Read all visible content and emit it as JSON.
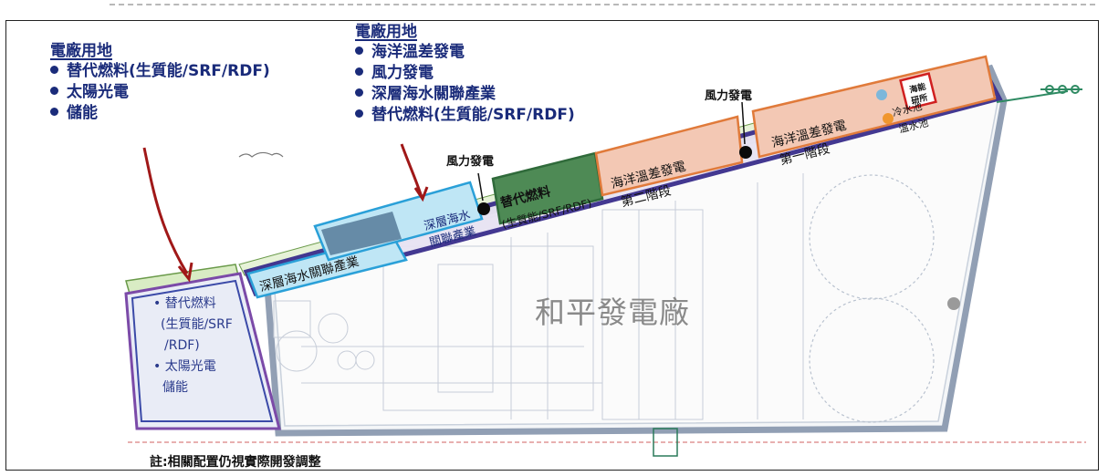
{
  "legend_left": {
    "heading": "電廠用地",
    "items": [
      "替代燃料(生質能/SRF/RDF)",
      "太陽光電",
      "儲能"
    ]
  },
  "legend_center": {
    "heading": "電廠用地",
    "items": [
      "海洋溫差發電",
      "風力發電",
      "深層海水關聯產業",
      "替代燃料(生質能/SRF/RDF)"
    ]
  },
  "wind_labels": [
    "風力發電",
    "風力發電"
  ],
  "zones": {
    "deep_sea_industry_1": "深層海水關聯產業",
    "deep_sea_industry_2_line1": "深層海水",
    "deep_sea_industry_2_line2": "關聯產業",
    "alt_fuel_line1": "替代燃料",
    "alt_fuel_line2": "(生質能/SRF/RDF)",
    "otec2_line1": "海洋溫差發電",
    "otec2_line2": "第二階段",
    "otec1_line1": "海洋溫差發電",
    "otec1_line2": "第一階段",
    "pump_line1": "海能",
    "pump_line2": "研所",
    "cold_pool": "冷水池",
    "warm_pool": "溫水池"
  },
  "left_parcel_list": [
    "• 替代燃料",
    "(生質能/SRF",
    "/RDF)",
    "• 太陽光電",
    "儲能"
  ],
  "plant_name": "和平發電廠",
  "footnote": "註:相關配置仍視實際開發調整",
  "colors": {
    "legend_text": "#1a2b7a",
    "arrow": "#a01818",
    "strip_outline": "#2a2a8a",
    "deep_sea_fill": "#bfe6f5",
    "deep_sea_stroke": "#2aa0d8",
    "alt_fuel_fill": "#4e8a55",
    "otec_fill": "#f3c8b4",
    "otec_stroke": "#e07a3a",
    "green_strip": "#d9ecc4"
  }
}
